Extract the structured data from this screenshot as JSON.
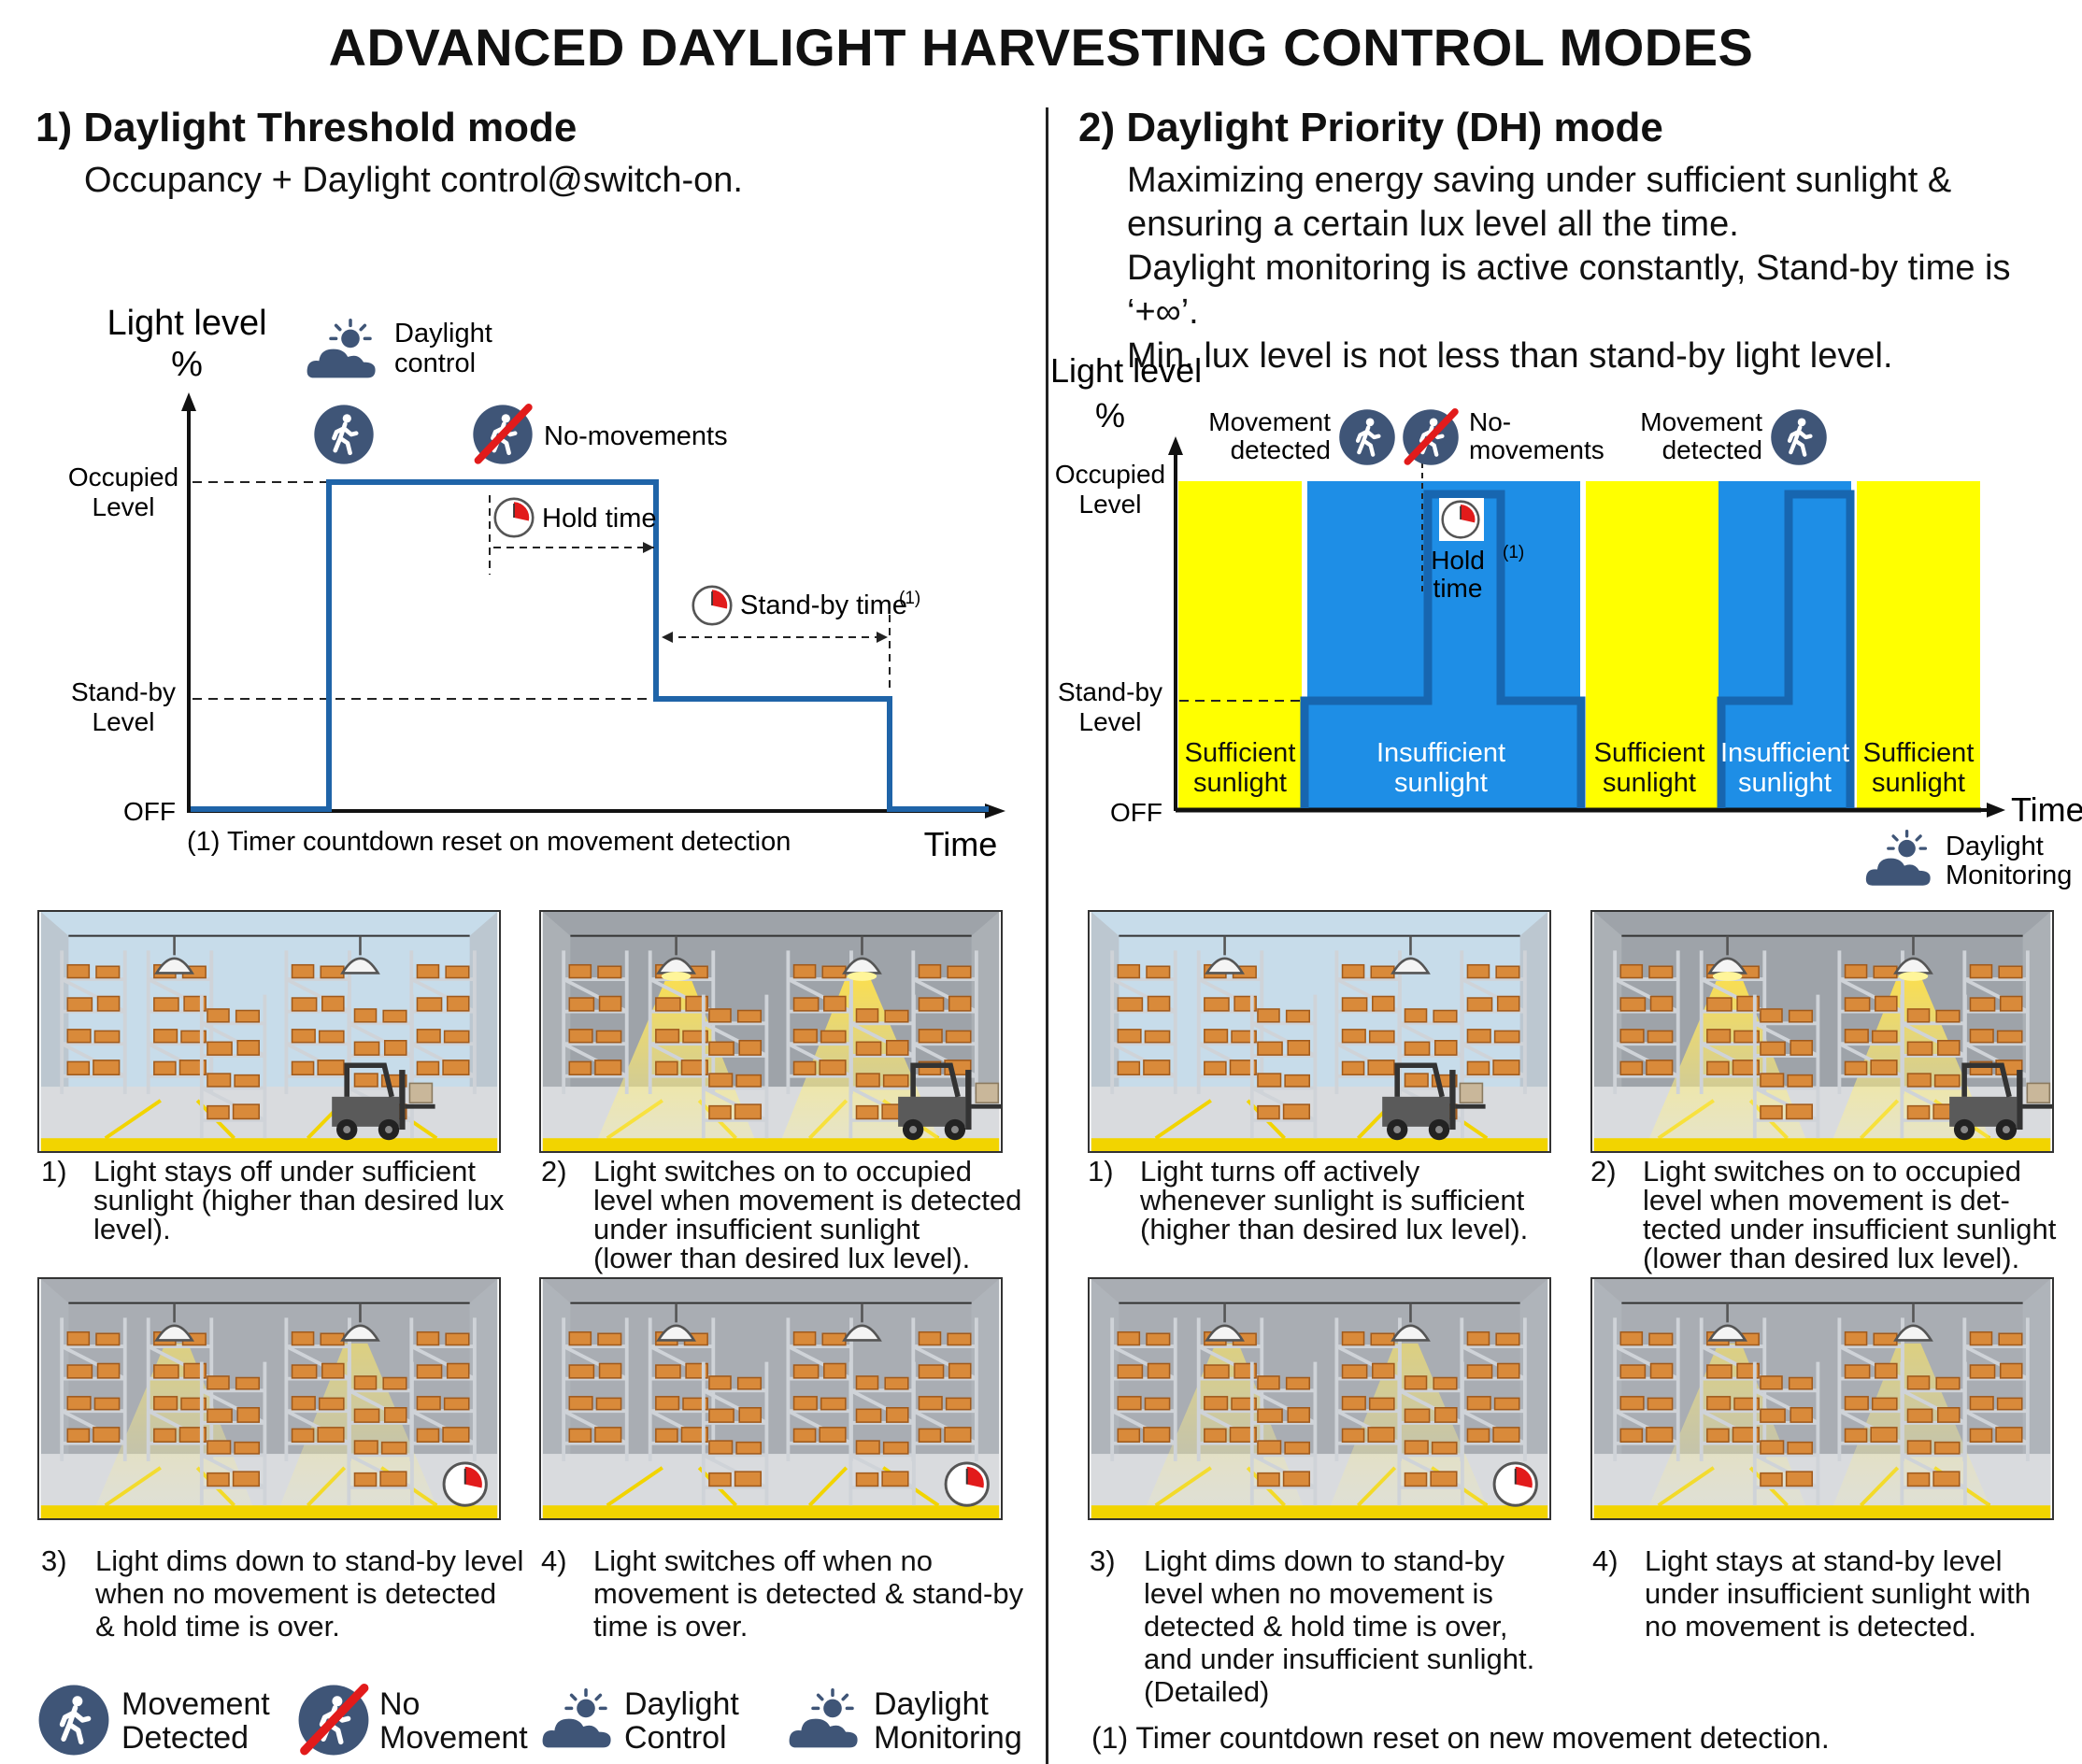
{
  "title": "ADVANCED DAYLIGHT HARVESTING CONTROL MODES",
  "left": {
    "heading": "1) Daylight Threshold mode",
    "subtitle": "Occupancy + Daylight control@switch-on.",
    "diagram": {
      "y_label_1": "Light level",
      "y_label_2": "%",
      "daylight_control_1": "Daylight",
      "daylight_control_2": "control",
      "no_movements": "No-movements",
      "occupied_1": "Occupied",
      "occupied_2": "Level",
      "standby_1": "Stand-by",
      "standby_2": "Level",
      "off": "OFF",
      "hold_time": "Hold time",
      "standby_time": "Stand-by time",
      "footnote_mark": "(1)",
      "x_label": "Time",
      "footnote": "(1) Timer countdown reset on movement detection"
    },
    "captions": [
      {
        "num": "1)",
        "lines": [
          "Light stays off under sufficient",
          "sunlight (higher than desired lux",
          "level)."
        ]
      },
      {
        "num": "2)",
        "lines": [
          "Light switches on to occupied",
          "level when movement is detected",
          "under insufficient sunlight",
          "(lower than desired lux level)."
        ]
      },
      {
        "num": "3)",
        "lines": [
          "Light dims down to stand-by level",
          "when no movement is detected",
          "& hold time is over."
        ]
      },
      {
        "num": "4)",
        "lines": [
          "Light switches off when no",
          "movement is detected & stand-by",
          "time is over."
        ]
      }
    ]
  },
  "right": {
    "heading": "2) Daylight Priority (DH) mode",
    "subtitle_lines": [
      "Maximizing energy saving under sufficient sunlight &",
      "ensuring a certain lux level all the time.",
      "Daylight monitoring is active constantly, Stand-by time is ‘+∞’.",
      "Min. lux level is not less than stand-by light level."
    ],
    "diagram": {
      "y_label_1": "Light level",
      "y_label_2": "%",
      "movement_detected_1": "Movement",
      "movement_detected_2": "detected",
      "no_movements_1": "No-",
      "no_movements_2": "movements",
      "occupied_1": "Occupied",
      "occupied_2": "Level",
      "standby_1": "Stand-by",
      "standby_2": "Level",
      "off": "OFF",
      "hold_1": "Hold",
      "hold_2": "time",
      "footnote_mark": "(1)",
      "x_label": "Time",
      "monitoring_1": "Daylight",
      "monitoring_2": "Monitoring",
      "bands": [
        {
          "l1": "Sufficient",
          "l2": "sunlight"
        },
        {
          "l1": "Insufficient",
          "l2": "sunlight"
        },
        {
          "l1": "Sufficient",
          "l2": "sunlight"
        },
        {
          "l1": "Insufficient",
          "l2": "sunlight"
        },
        {
          "l1": "Sufficient",
          "l2": "sunlight"
        }
      ]
    },
    "captions": [
      {
        "num": "1)",
        "lines": [
          "Light turns off actively",
          "whenever sunlight is sufficient",
          "(higher than desired lux level)."
        ]
      },
      {
        "num": "2)",
        "lines": [
          "Light switches on to occupied",
          "level when movement is det-",
          "tected under insufficient sunlight",
          "(lower than desired lux level)."
        ]
      },
      {
        "num": "3)",
        "lines": [
          "Light dims down to stand-by",
          "level when no movement is",
          "detected & hold time is over,",
          "and under insufficient sunlight.",
          "(Detailed)"
        ]
      },
      {
        "num": "4)",
        "lines": [
          "Light stays at stand-by level",
          "under insufficient sunlight with",
          "no movement is detected."
        ]
      }
    ],
    "footnote": "(1)  Timer countdown reset on new movement detection."
  },
  "legend": [
    {
      "l1": "Movement",
      "l2": "Detected"
    },
    {
      "l1": "No",
      "l2": "Movement"
    },
    {
      "l1": "Daylight",
      "l2": "Control"
    },
    {
      "l1": "Daylight",
      "l2": "Monitoring"
    }
  ],
  "colors": {
    "blue_line": "#1f64a8",
    "insufficient": "#1e8ee6",
    "sufficient": "#ffff00",
    "icon": "#3f5577",
    "alert": "#e21b1b"
  }
}
